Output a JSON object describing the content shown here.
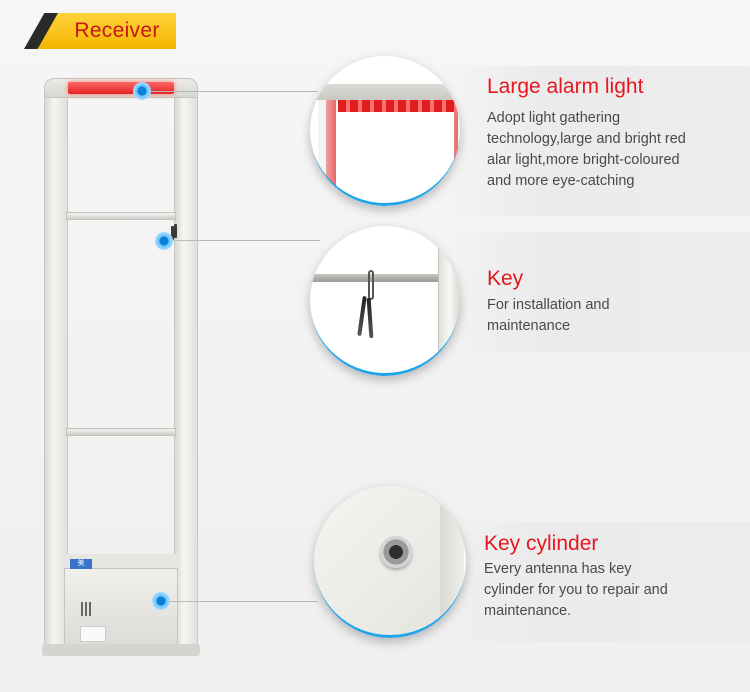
{
  "badge": {
    "label": "Receiver"
  },
  "features": [
    {
      "title": "Large alarm light",
      "lines": [
        "Adopt light gathering",
        "technology,large and bright red",
        "alar light,more bright-coloured",
        "and more eye-catching"
      ]
    },
    {
      "title": "Key",
      "lines": [
        "For installation and",
        "maintenance"
      ]
    },
    {
      "title": "Key cylinder",
      "lines": [
        "Every antenna has key",
        "cylinder for you to repair and",
        "maintenance."
      ]
    }
  ],
  "colors": {
    "accent_red": "#e8171f",
    "badge_yellow": "#ffd23a",
    "callout_blue": "#1fa4ea"
  }
}
